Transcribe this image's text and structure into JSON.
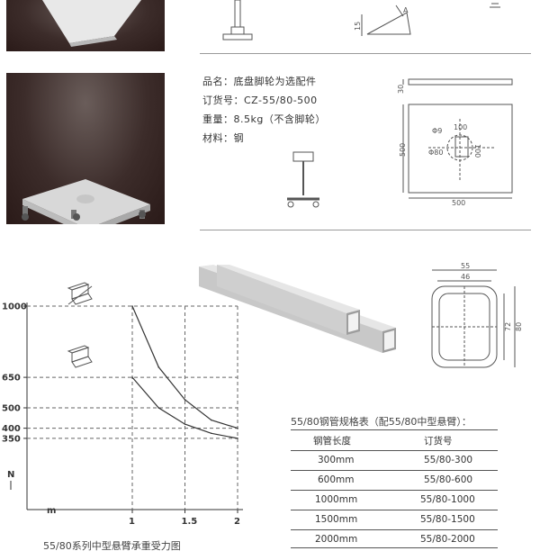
{
  "product": {
    "lines": [
      {
        "label": "品名：",
        "value": "底盘脚轮为选配件"
      },
      {
        "label": "订货号：",
        "value": "CZ-55/80-500"
      },
      {
        "label": "重量：",
        "value": "8.5kg（不含脚轮）"
      },
      {
        "label": "材料：",
        "value": "钢"
      }
    ]
  },
  "top_drawing": {
    "dim_15": "15",
    "label_a": "A"
  },
  "base_drawing": {
    "dim_30": "30",
    "dim_500_side": "500",
    "dim_500_bottom": "500",
    "dim_100_top": "100",
    "dim_100_right": "100",
    "phi_9": "Φ9",
    "phi_80": "Φ80"
  },
  "tube_section": {
    "dim_55": "55",
    "dim_46": "46",
    "dim_72": "72",
    "dim_80": "80"
  },
  "chart_data": {
    "type": "line",
    "title": "55/80系列中型悬臂承重受力图",
    "xlabel": "m",
    "ylabel": "N",
    "x_ticks": [
      "1",
      "1.5",
      "2"
    ],
    "y_ticks": [
      "1000",
      "650",
      "500",
      "400",
      "350"
    ],
    "xlim": [
      0,
      2
    ],
    "ylim": [
      0,
      1000
    ],
    "series": [
      {
        "x": [
          1,
          1.25,
          1.5,
          1.75,
          2
        ],
        "y": [
          1000,
          700,
          540,
          440,
          400
        ]
      },
      {
        "x": [
          1,
          1.25,
          1.5,
          1.75,
          2
        ],
        "y": [
          650,
          500,
          420,
          375,
          350
        ]
      }
    ],
    "grid": "dashed reference lines"
  },
  "spec_table": {
    "title": "55/80钢管规格表（配55/80中型悬臂）：",
    "headers": [
      "钢管长度",
      "订货号"
    ],
    "rows": [
      [
        "300mm",
        "55/80-300"
      ],
      [
        "600mm",
        "55/80-600"
      ],
      [
        "1000mm",
        "55/80-1000"
      ],
      [
        "1500mm",
        "55/80-1500"
      ],
      [
        "2000mm",
        "55/80-2000"
      ]
    ]
  }
}
